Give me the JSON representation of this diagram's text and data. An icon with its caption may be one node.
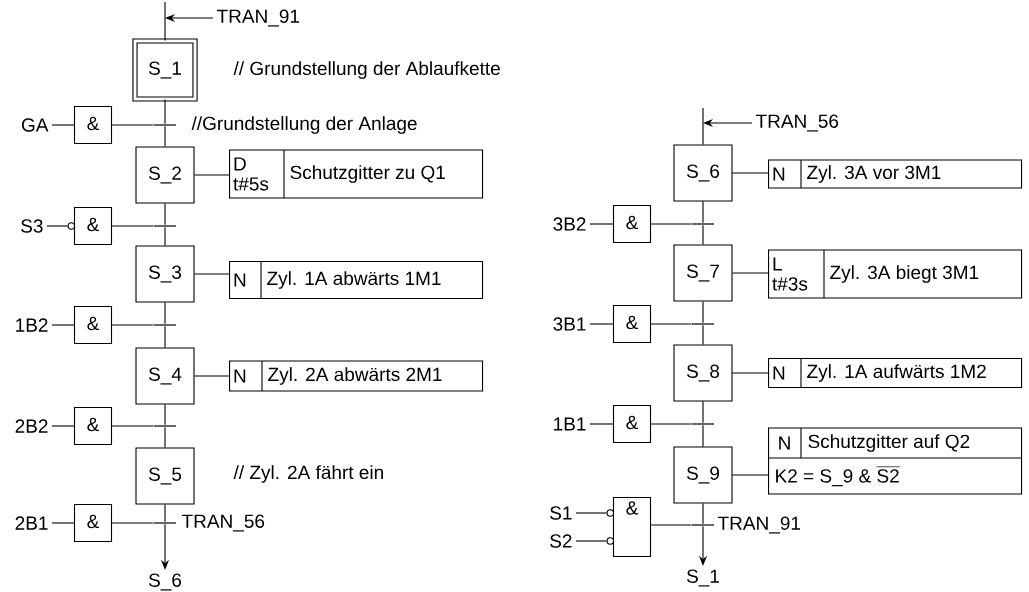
{
  "diagram": {
    "nodes": [
      {
        "text": [
          "TRAN_91"
        ]
      },
      {
        "text": [
          "S_1"
        ],
        "beside": [
          "// Grundstellung der Ablaufkette"
        ]
      },
      {
        "text": [
          "GA"
        ]
      },
      {
        "text": [
          "&"
        ]
      },
      {
        "text": [],
        "shape": "bar",
        "beside": [
          "//Grundstellung der Anlage"
        ]
      },
      {
        "text": [
          "S_2"
        ]
      },
      {
        "text": [
          "D t#5s",
          "Schutzgitter zu Q1"
        ]
      },
      {
        "text": [
          "S3"
        ]
      },
      {
        "text": [
          "&"
        ]
      },
      {
        "text": [],
        "shape": "bar"
      },
      {
        "text": [
          "S_3"
        ]
      },
      {
        "text": [
          "N",
          "Zyl. 1A abwärts 1M1"
        ]
      },
      {
        "text": [
          "1B2"
        ]
      },
      {
        "text": [
          "&"
        ]
      },
      {
        "text": [],
        "shape": "bar"
      },
      {
        "text": [
          "S_4"
        ]
      },
      {
        "text": [
          "N",
          "Zyl. 2A abwärts 2M1"
        ]
      },
      {
        "text": [
          "2B2"
        ]
      },
      {
        "text": [
          "&"
        ]
      },
      {
        "text": [],
        "shape": "bar"
      },
      {
        "text": [
          "S_5"
        ],
        "beside": [
          "// Zyl. 2A fährt ein"
        ]
      },
      {
        "text": [
          "2B1"
        ]
      },
      {
        "text": [
          "&"
        ]
      },
      {
        "text": [],
        "shape": "bar",
        "beside": [
          "TRAN_56"
        ]
      },
      {
        "text": [
          "S_6"
        ]
      },
      {
        "text": [
          "TRAN_56"
        ]
      },
      {
        "text": [
          "S_6"
        ]
      },
      {
        "text": [
          "N",
          "Zyl. 3A vor 3M1"
        ]
      },
      {
        "text": [
          "3B2"
        ]
      },
      {
        "text": [
          "&"
        ]
      },
      {
        "text": [],
        "shape": "bar"
      },
      {
        "text": [
          "S_7"
        ]
      },
      {
        "text": [
          "L t#3s",
          "Zyl. 3A biegt 3M1"
        ]
      },
      {
        "text": [
          "3B1"
        ]
      },
      {
        "text": [
          "&"
        ]
      },
      {
        "text": [],
        "shape": "bar"
      },
      {
        "text": [
          "S_8"
        ]
      },
      {
        "text": [
          "N",
          "Zyl. 1A aufwärts 1M2"
        ]
      },
      {
        "text": [
          "1B1"
        ]
      },
      {
        "text": [
          "&"
        ]
      },
      {
        "text": [],
        "shape": "bar"
      },
      {
        "text": [
          "S_9"
        ]
      },
      {
        "text": [
          "N",
          "Schutzgitter auf Q2",
          "\\text{K2 = S\\_9 \\& }\\overline{\\text{S2}}"
        ]
      },
      {
        "text": [
          "S1"
        ]
      },
      {
        "text": [
          "S2"
        ]
      },
      {
        "text": [
          "&"
        ]
      },
      {
        "text": [],
        "shape": "bar",
        "beside": [
          "TRAN_91"
        ]
      },
      {
        "text": [
          "S_1"
        ]
      }
    ],
    "edges": [
      {
        "from": 0,
        "to": null,
        "arrow": "to"
      },
      {
        "from": null,
        "to": 1,
        "arrow": "none"
      },
      {
        "from": 1,
        "to": 4,
        "arrow": "none"
      },
      {
        "from": 2,
        "to": 3,
        "arrow": "none"
      },
      {
        "from": 3,
        "to": 4,
        "arrow": "none"
      },
      {
        "from": 4,
        "to": 5,
        "arrow": "none"
      },
      {
        "from": 5,
        "to": 6,
        "arrow": "none"
      },
      {
        "from": 5,
        "to": 9,
        "arrow": "none"
      },
      {
        "from": 7,
        "to": 8,
        "arrow": "none"
      },
      {
        "from": 8,
        "to": 9,
        "arrow": "none"
      },
      {
        "from": 9,
        "to": 10,
        "arrow": "none"
      },
      {
        "from": 10,
        "to": 11,
        "arrow": "none"
      },
      {
        "from": 10,
        "to": 14,
        "arrow": "none"
      },
      {
        "from": 12,
        "to": 13,
        "arrow": "none"
      },
      {
        "from": 13,
        "to": 14,
        "arrow": "none"
      },
      {
        "from": 14,
        "to": 15,
        "arrow": "none"
      },
      {
        "from": 15,
        "to": 16,
        "arrow": "none"
      },
      {
        "from": 15,
        "to": 19,
        "arrow": "none"
      },
      {
        "from": 17,
        "to": 18,
        "arrow": "none"
      },
      {
        "from": 18,
        "to": 19,
        "arrow": "none"
      },
      {
        "from": 19,
        "to": 20,
        "arrow": "none"
      },
      {
        "from": 20,
        "to": 23,
        "arrow": "none"
      },
      {
        "from": 21,
        "to": 22,
        "arrow": "none"
      },
      {
        "from": 22,
        "to": 23,
        "arrow": "none"
      },
      {
        "from": 23,
        "to": 24,
        "arrow": "to"
      },
      {
        "from": 25,
        "to": null,
        "arrow": "to"
      },
      {
        "from": null,
        "to": 26,
        "arrow": "none"
      },
      {
        "from": 26,
        "to": 27,
        "arrow": "none"
      },
      {
        "from": 26,
        "to": 30,
        "arrow": "none"
      },
      {
        "from": 28,
        "to": 29,
        "arrow": "none"
      },
      {
        "from": 29,
        "to": 30,
        "arrow": "none"
      },
      {
        "from": 30,
        "to": 31,
        "arrow": "none"
      },
      {
        "from": 31,
        "to": 32,
        "arrow": "none"
      },
      {
        "from": 31,
        "to": 35,
        "arrow": "none"
      },
      {
        "from": 33,
        "to": 34,
        "arrow": "none"
      },
      {
        "from": 34,
        "to": 35,
        "arrow": "none"
      },
      {
        "from": 35,
        "to": 36,
        "arrow": "none"
      },
      {
        "from": 36,
        "to": 37,
        "arrow": "none"
      },
      {
        "from": 36,
        "to": 40,
        "arrow": "none"
      },
      {
        "from": 38,
        "to": 39,
        "arrow": "none"
      },
      {
        "from": 39,
        "to": 40,
        "arrow": "none"
      },
      {
        "from": 40,
        "to": 41,
        "arrow": "none"
      },
      {
        "from": 41,
        "to": 42,
        "arrow": "none"
      },
      {
        "from": 41,
        "to": 46,
        "arrow": "none"
      },
      {
        "from": 43,
        "to": 45,
        "arrow": "none"
      },
      {
        "from": 44,
        "to": 45,
        "arrow": "none"
      },
      {
        "from": 45,
        "to": 46,
        "arrow": "none"
      },
      {
        "from": 46,
        "to": 47,
        "arrow": "to"
      }
    ]
  }
}
